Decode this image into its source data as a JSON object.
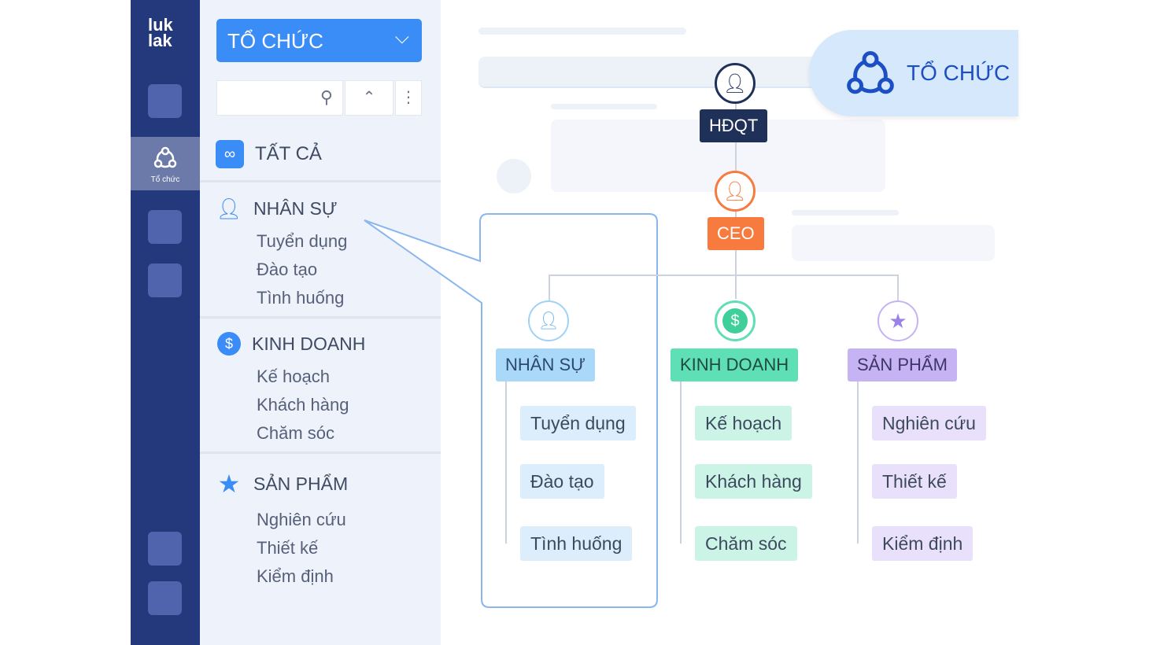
{
  "app": {
    "logo": "luk lak",
    "rail_active_label": "Tổ chức"
  },
  "panel": {
    "dropdown_label": "TỔ CHỨC",
    "search_placeholder": "",
    "all_label": "TẤT CẢ",
    "sections": [
      {
        "title": "NHÂN SỰ",
        "items": [
          "Tuyển dụng",
          "Đào tạo",
          "Tình huống"
        ]
      },
      {
        "title": "KINH DOANH",
        "items": [
          "Kế hoạch",
          "Khách hàng",
          "Chăm sóc"
        ]
      },
      {
        "title": "SẢN PHẨM",
        "items": [
          "Nghiên cứu",
          "Thiết kế",
          "Kiểm định"
        ]
      }
    ]
  },
  "chart": {
    "badge": "TỔ CHỨC",
    "board": "HĐQT",
    "ceo": "CEO",
    "departments": [
      {
        "title": "NHÂN SỰ",
        "items": [
          "Tuyển dụng",
          "Đào tạo",
          "Tình huống"
        ]
      },
      {
        "title": "KINH DOANH",
        "items": [
          "Kế hoạch",
          "Khách hàng",
          "Chăm sóc"
        ]
      },
      {
        "title": "SẢN PHẨM",
        "items": [
          "Nghiên cứu",
          "Thiết kế",
          "Kiểm định"
        ]
      }
    ]
  },
  "colors": {
    "rail": "#24397c",
    "accent": "#3a8cf6",
    "hr": "#9fd2f6",
    "sales": "#5fdfb6",
    "product": "#c6b3f4",
    "ceo": "#f77b3f",
    "board": "#1f3159"
  }
}
